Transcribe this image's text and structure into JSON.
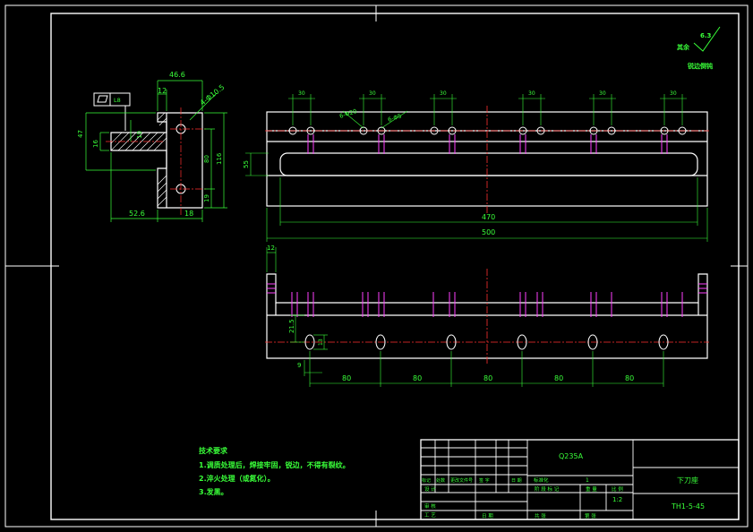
{
  "section_view": {
    "dims": {
      "width_top": "46.6",
      "slot": "12",
      "hole_callout": "4-Φ10.5",
      "height_left": "47",
      "step_left": "16",
      "hole_offset": "10",
      "hole_pitch": "80",
      "total_height": "116",
      "bottom_offset": "19",
      "width_bottom": "52.6",
      "wall_width": "18"
    },
    "tolerance_symbol": "L8"
  },
  "top_view": {
    "spacing_labels": [
      "30",
      "30",
      "30",
      "30",
      "30",
      "30"
    ],
    "hole_callouts": [
      "6-Φ20",
      "6-Φ5"
    ],
    "height_dim": "55",
    "inner_length": "470",
    "total_length": "500"
  },
  "front_view": {
    "end_width": "12",
    "height_dim": "21.5",
    "hole_dim": "13",
    "offset_left": "9",
    "pitch_labels": [
      "80",
      "80",
      "80",
      "80",
      "80"
    ]
  },
  "roughness": {
    "value": "6.3",
    "label_left": "其余",
    "caption": "锐边倒钝"
  },
  "tech_req": {
    "title": "技术要求",
    "items": [
      "1.调质处理后，焊接牢固，锐边，不得有裂纹。",
      "2.淬火处理（或氮化）。",
      "3.发黑。"
    ]
  },
  "title_block": {
    "material": "Q235A",
    "part_name": "下刀座",
    "drawing_no": "TH1-5-45",
    "scale": "1:2",
    "qty": "1",
    "cells": {
      "revision_headers": [
        "标记",
        "处数",
        "更改文件号",
        "签 字",
        "日 期"
      ],
      "designer": "设 计",
      "standard": "标准化",
      "stage_headers": [
        "阶 段 标 记",
        "重 量",
        "比 例"
      ],
      "checker": "审 核",
      "process": "工 艺",
      "date": "日 期",
      "sheets_total": "共   张",
      "sheet_no": "第   张"
    }
  }
}
